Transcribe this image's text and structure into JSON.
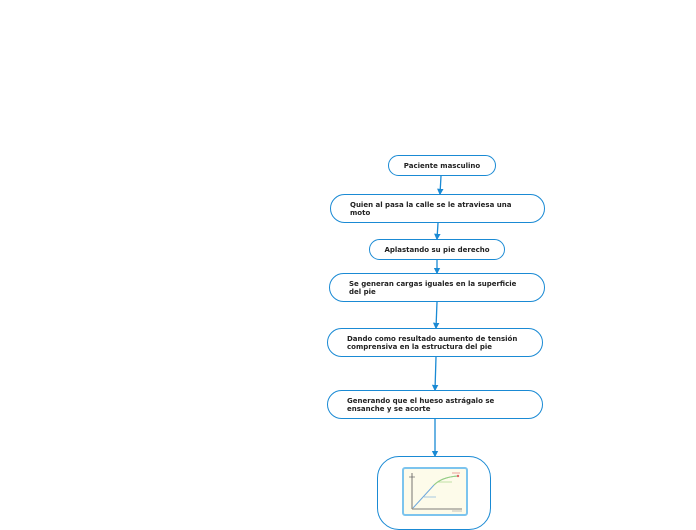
{
  "nodes": [
    {
      "id": "paciente",
      "text": "Paciente masculino"
    },
    {
      "id": "moto",
      "text": "Quien al pasa la calle se le atraviesa una moto"
    },
    {
      "id": "aplastando",
      "text": "Aplastando su pie derecho"
    },
    {
      "id": "cargas",
      "text": "Se generan cargas iguales en la superficie del pie"
    },
    {
      "id": "tension",
      "text": "Dando como resultado aumento de tensión comprensiva  en la estructura del pie"
    },
    {
      "id": "astragalo",
      "text": "Generando que el hueso astrágalo se ensanche y se acorte"
    }
  ],
  "colors": {
    "border": "#1a8ad4",
    "arrow": "#1a8ad4",
    "background": "#ffffff"
  },
  "image_node": {
    "kind": "stress-strain-chart-thumbnail"
  }
}
